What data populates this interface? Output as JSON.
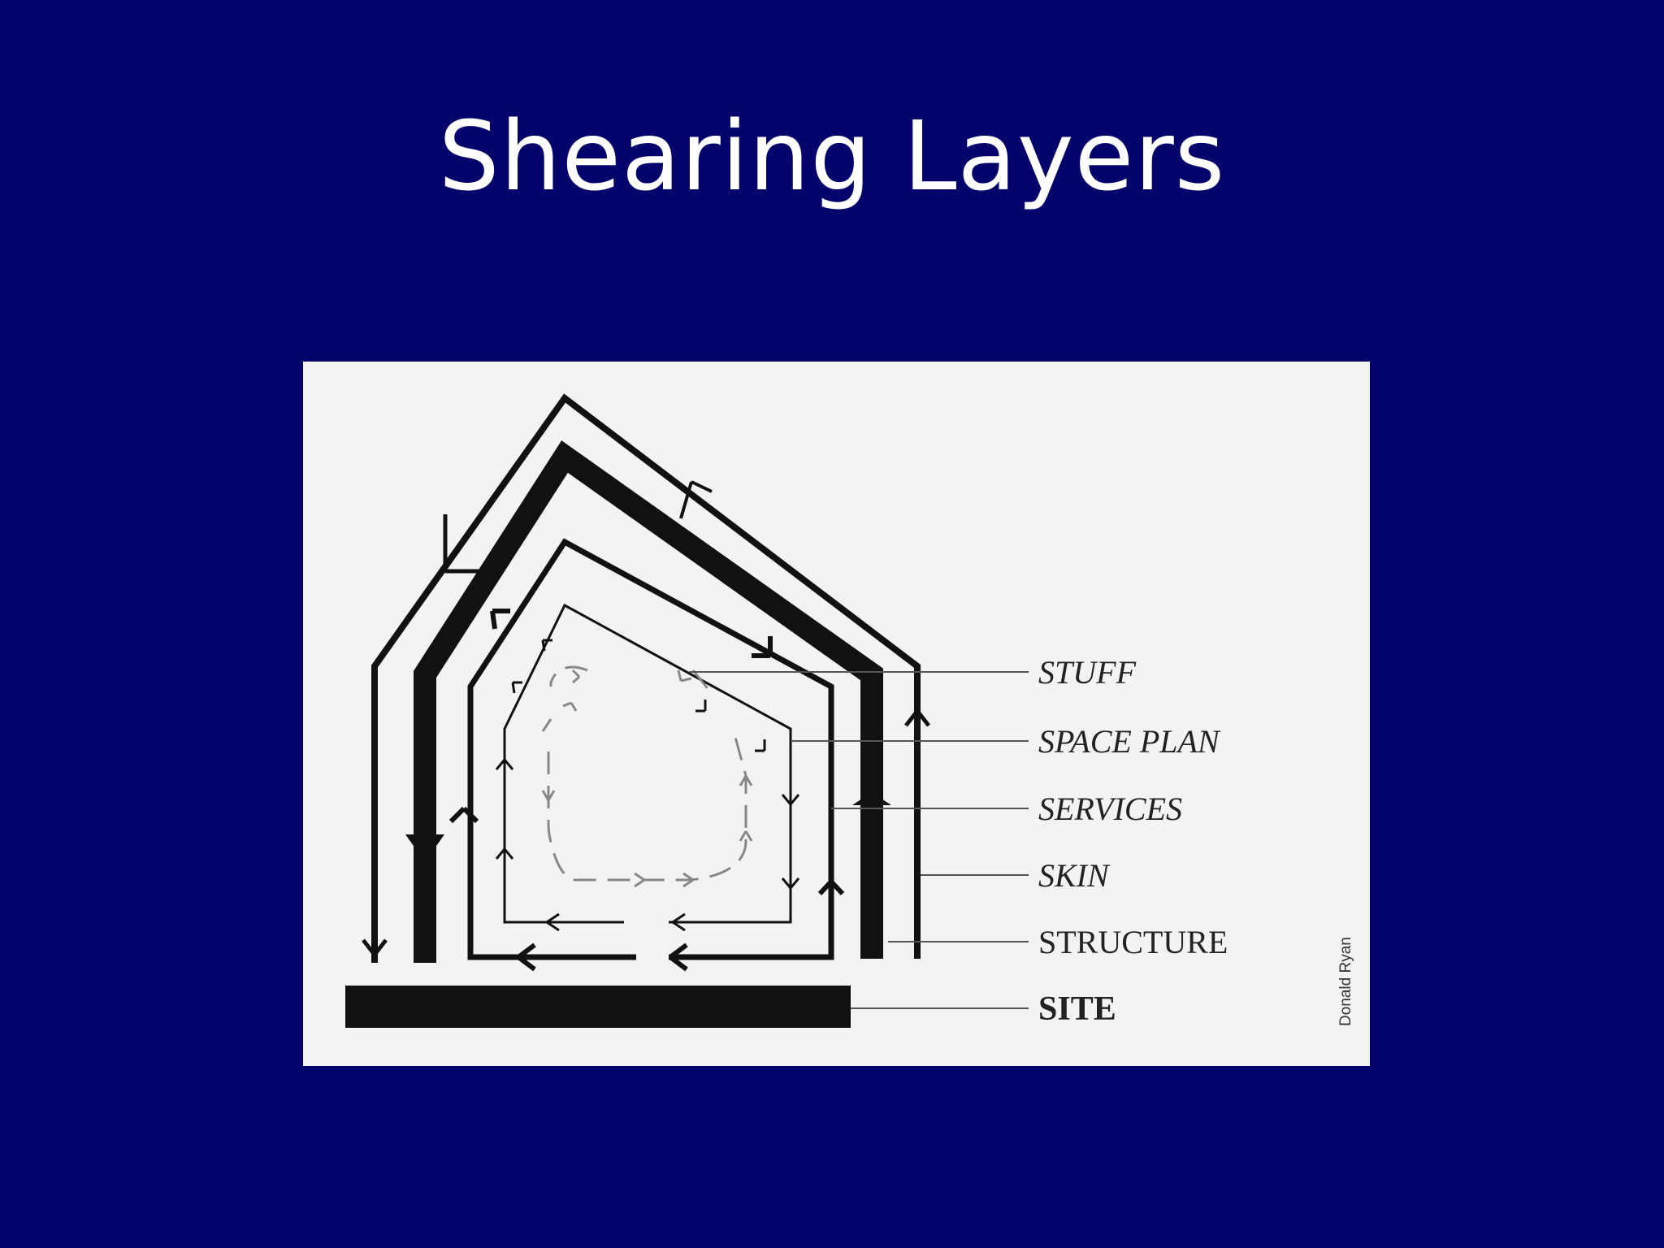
{
  "slide": {
    "title": "Shearing Layers"
  },
  "diagram": {
    "labels": {
      "stuff": "STUFF",
      "space_plan": "SPACE PLAN",
      "services": "SERVICES",
      "skin": "SKIN",
      "structure": "STRUCTURE",
      "site": "SITE"
    },
    "credit": "Donald Ryan"
  },
  "colors": {
    "background": "#03036b",
    "title": "#ffffff",
    "figure_background": "#f3f3f3",
    "ink": "#111111"
  }
}
